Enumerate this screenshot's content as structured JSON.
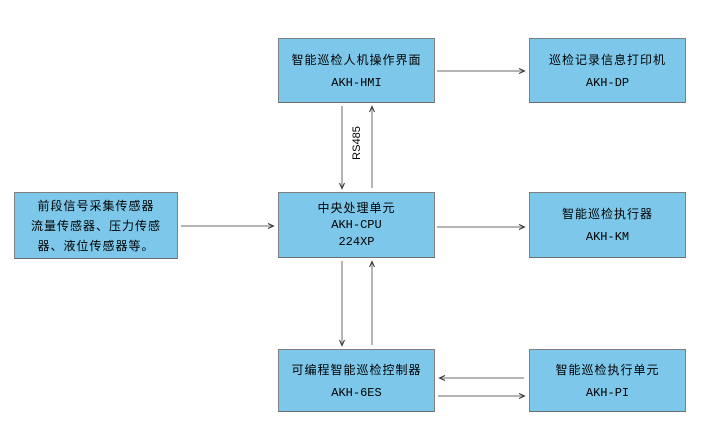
{
  "diagram": {
    "boxes": {
      "hmi": {
        "line1": "智能巡检人机操作界面",
        "line2": "AKH-HMI"
      },
      "dp": {
        "line1": "巡检记录信息打印机",
        "line2": "AKH-DP"
      },
      "sensors": {
        "line1": "前段信号采集传感器",
        "line2": "流量传感器、压力传感",
        "line3": "器、液位传感器等。"
      },
      "cpu": {
        "line1": "中央处理单元",
        "line2": "AKH-CPU",
        "line3": "224XP"
      },
      "km": {
        "line1": "智能巡检执行器",
        "line2": "AKH-KM"
      },
      "plc": {
        "line1": "可编程智能巡检控制器",
        "line2": "AKH-6ES"
      },
      "pi": {
        "line1": "智能巡检执行单元",
        "line2": "AKH-PI"
      }
    },
    "labels": {
      "rs485": "RS485"
    },
    "colors": {
      "box_fill": "#7cc7ea",
      "box_border": "#7f7f7f",
      "arrow_line": "#6b6b6b",
      "arrow_head": "#333333",
      "text": "#000000"
    },
    "connections": [
      {
        "from": "hmi",
        "to": "dp",
        "direction": "right"
      },
      {
        "from": "sensors",
        "to": "cpu",
        "direction": "right"
      },
      {
        "from": "cpu",
        "to": "km",
        "direction": "right"
      },
      {
        "from": "hmi",
        "to": "cpu",
        "direction": "down",
        "label": "RS485"
      },
      {
        "from": "cpu",
        "to": "hmi",
        "direction": "up",
        "label": "RS485"
      },
      {
        "from": "cpu",
        "to": "plc",
        "direction": "down"
      },
      {
        "from": "plc",
        "to": "cpu",
        "direction": "up"
      },
      {
        "from": "pi",
        "to": "plc",
        "direction": "left"
      },
      {
        "from": "plc",
        "to": "pi",
        "direction": "right"
      }
    ]
  }
}
